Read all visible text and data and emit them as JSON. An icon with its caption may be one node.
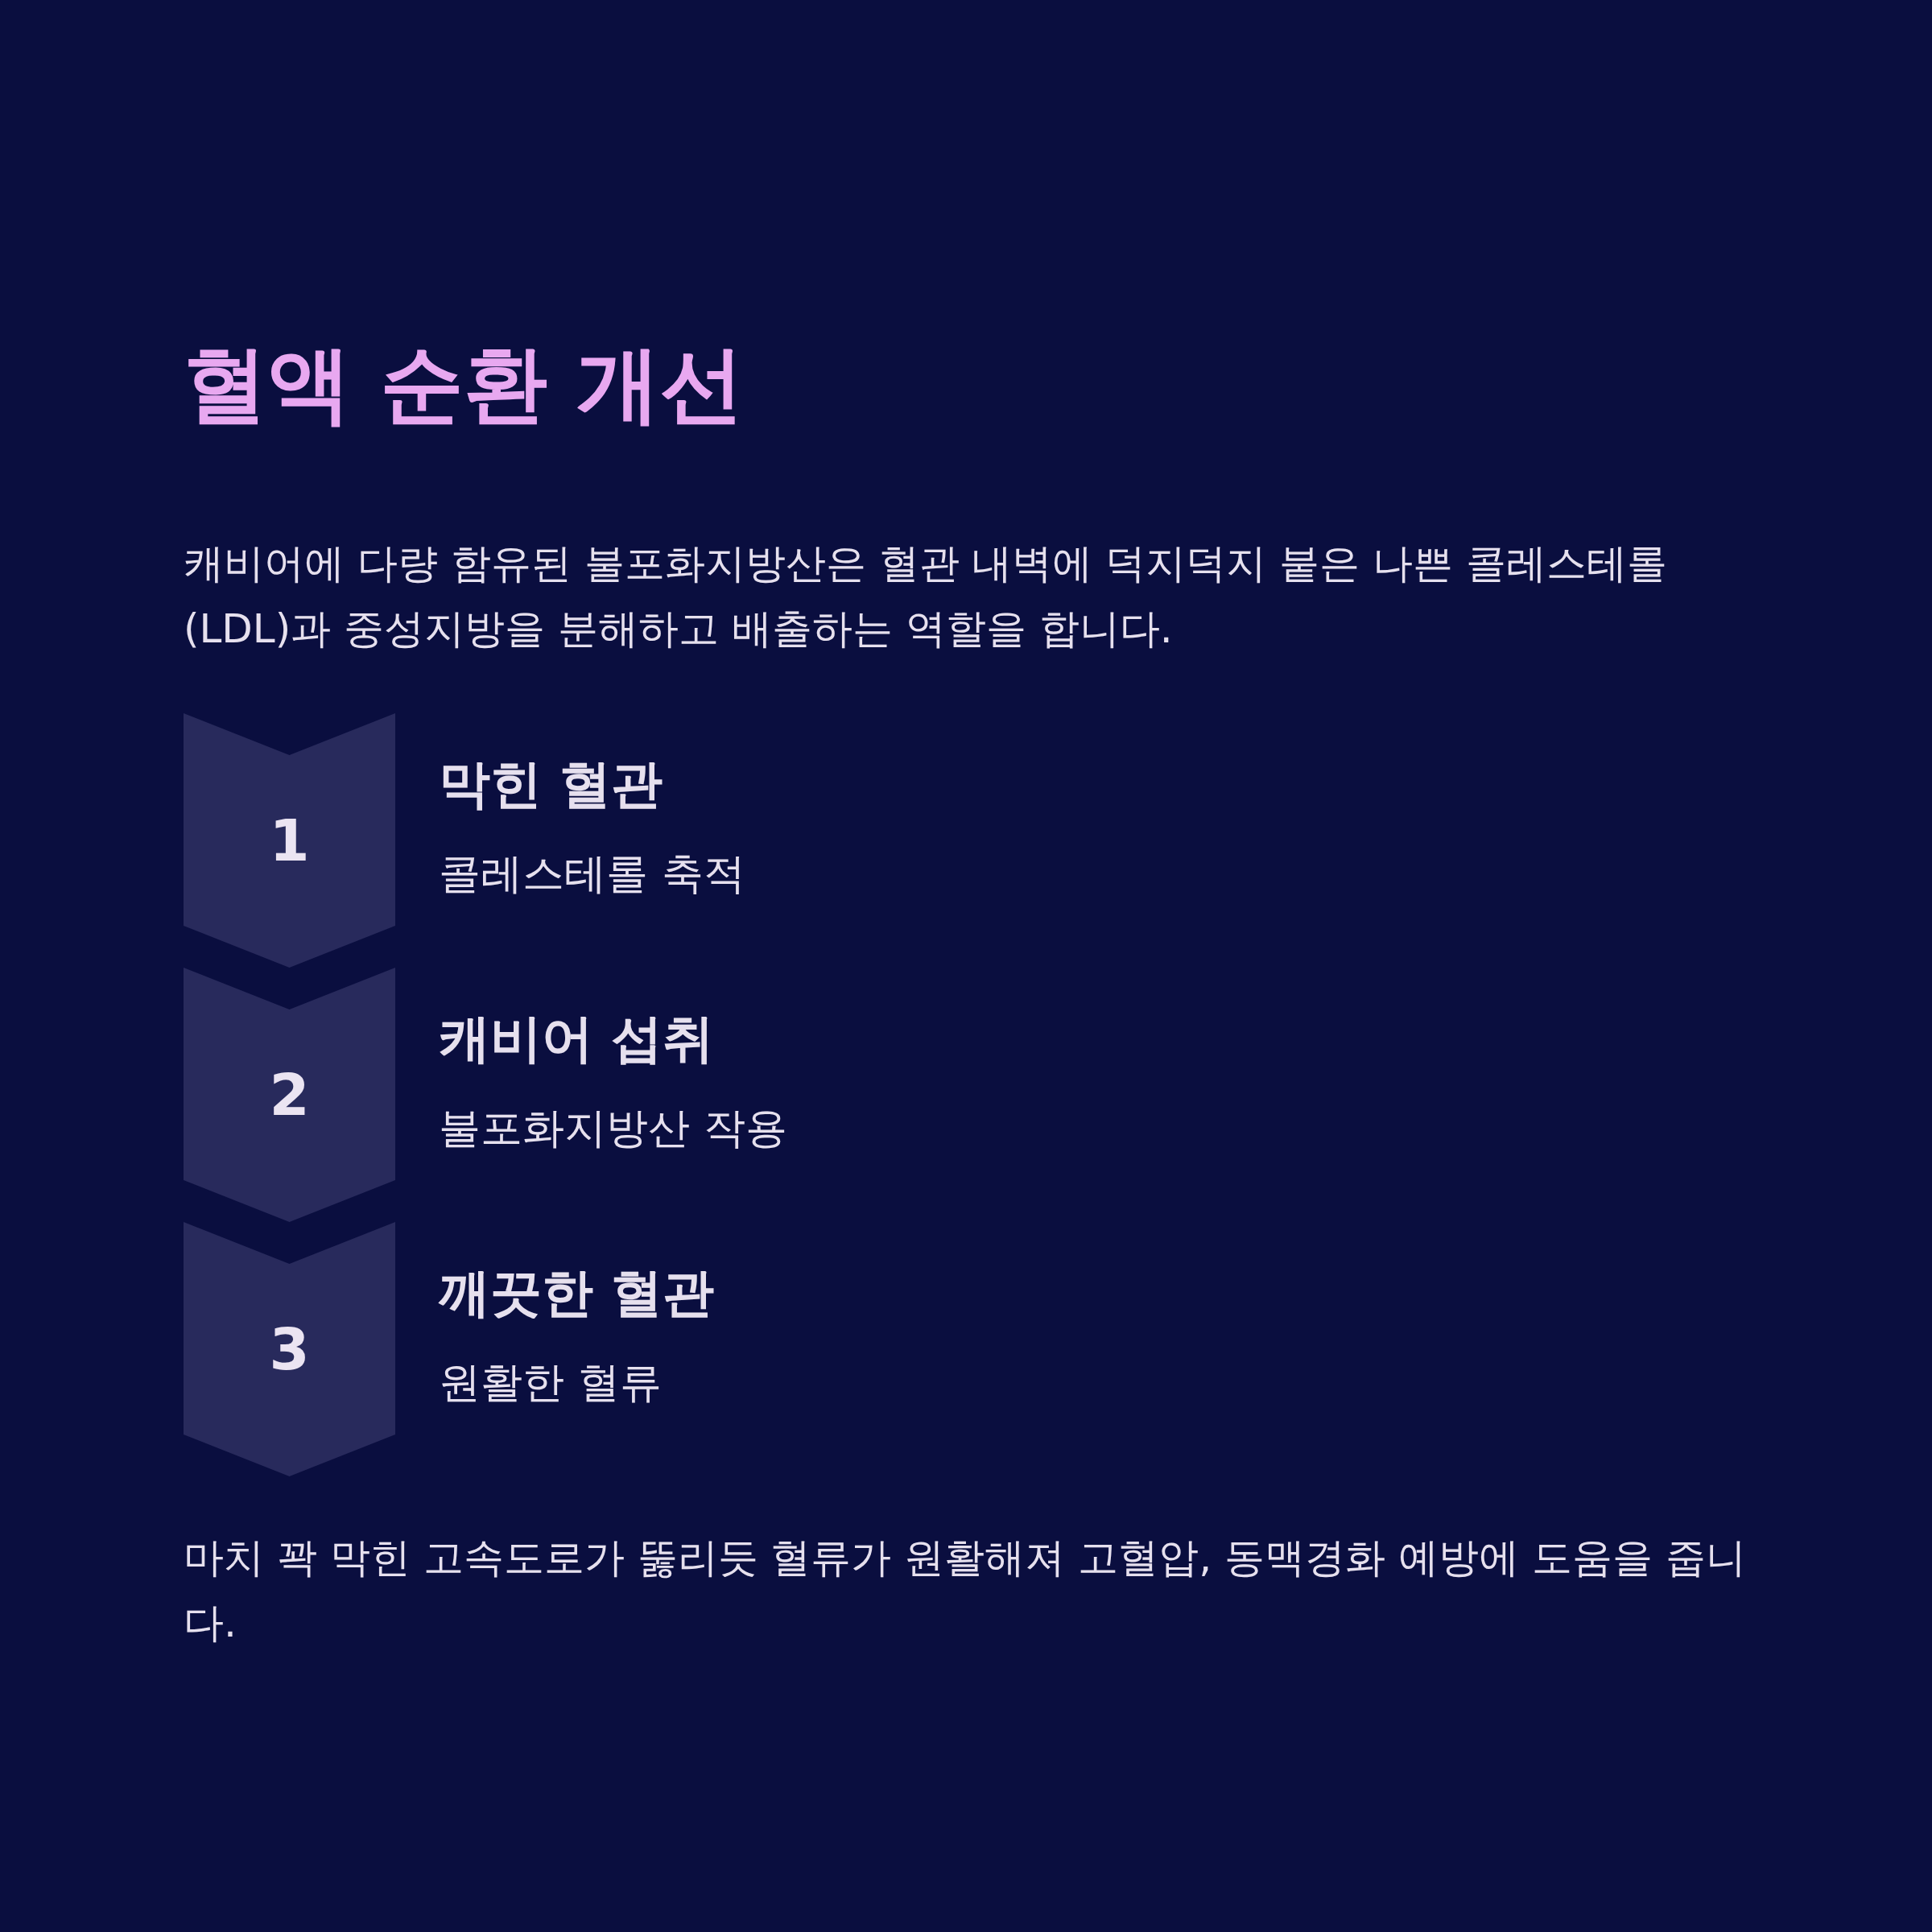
{
  "diagram": {
    "title": "혈액 순환 개선",
    "nodes": [
      {
        "text": [
          "1"
        ],
        "beside": [
          "막힌 혈관",
          "콜레스테롤 축적"
        ]
      },
      {
        "text": [
          "2"
        ],
        "beside": [
          "캐비어 섭취",
          "불포화지방산 작용"
        ]
      },
      {
        "text": [
          "3"
        ],
        "beside": [
          "깨끗한 혈관",
          "원활한 혈류"
        ]
      }
    ],
    "labels": [
      "캐비어에 다량 함유된 불포화지방산은 혈관 내벽에 덕지덕지 붙은 나쁜 콜레스테롤(LDL)과 중성지방을 분해하고 배출하는 역할을 합니다.",
      "마치 꽉 막힌 고속도로가 뚫리듯 혈류가 원활해져 고혈압, 동맥경화 예방에 도움을 줍니다."
    ]
  }
}
